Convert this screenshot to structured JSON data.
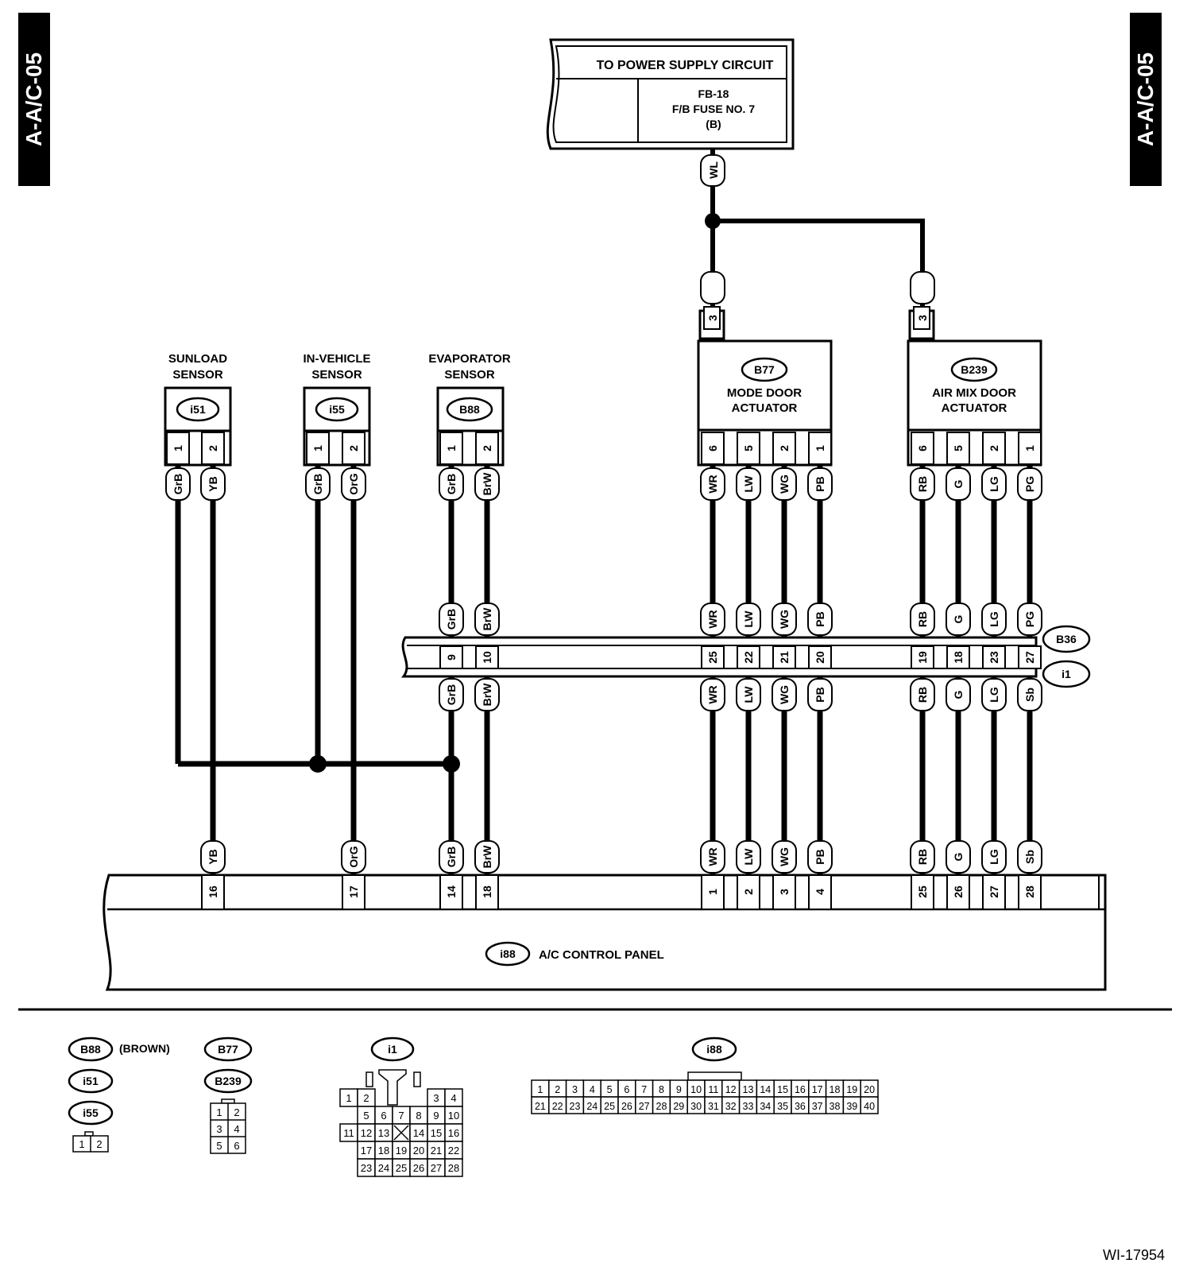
{
  "diagram_code": "A-A/C-05",
  "figure_id": "WI-17954",
  "power_supply": {
    "title": "TO POWER SUPPLY CIRCUIT",
    "fuse_lines": [
      "FB-18",
      "F/B FUSE NO. 7",
      "(B)"
    ],
    "wire": "WL"
  },
  "sensors": [
    {
      "name_lines": [
        "SUNLOAD",
        "SENSOR"
      ],
      "connector": "i51",
      "pins": [
        {
          "pin": "1",
          "wire": "GrB"
        },
        {
          "pin": "2",
          "wire": "YB"
        }
      ]
    },
    {
      "name_lines": [
        "IN-VEHICLE",
        "SENSOR"
      ],
      "connector": "i55",
      "pins": [
        {
          "pin": "1",
          "wire": "GrB"
        },
        {
          "pin": "2",
          "wire": "OrG"
        }
      ]
    },
    {
      "name_lines": [
        "EVAPORATOR",
        "SENSOR"
      ],
      "connector": "B88",
      "pins": [
        {
          "pin": "1",
          "wire": "GrB"
        },
        {
          "pin": "2",
          "wire": "BrW"
        }
      ]
    }
  ],
  "actuators": [
    {
      "name_lines": [
        "MODE DOOR",
        "ACTUATOR"
      ],
      "connector": "B77",
      "supply_pin": "3",
      "supply_wire": "WL",
      "pins": [
        {
          "pin": "6",
          "wire": "WR"
        },
        {
          "pin": "5",
          "wire": "LW"
        },
        {
          "pin": "2",
          "wire": "WG"
        },
        {
          "pin": "1",
          "wire": "PB"
        }
      ]
    },
    {
      "name_lines": [
        "AIR MIX DOOR",
        "ACTUATOR"
      ],
      "connector": "B239",
      "supply_pin": "3",
      "supply_wire": "WL",
      "pins": [
        {
          "pin": "6",
          "wire": "RB"
        },
        {
          "pin": "5",
          "wire": "G"
        },
        {
          "pin": "2",
          "wire": "LG"
        },
        {
          "pin": "1",
          "wire": "PG"
        }
      ]
    }
  ],
  "joint_connector": {
    "upper": "B36",
    "lower": "i1",
    "upper_wires": [
      "GrB",
      "BrW",
      "WR",
      "LW",
      "WG",
      "PB",
      "RB",
      "G",
      "LG",
      "PG"
    ],
    "pins": [
      "9",
      "10",
      "25",
      "22",
      "21",
      "20",
      "19",
      "18",
      "23",
      "27"
    ],
    "lower_wires": [
      "GrB",
      "BrW",
      "WR",
      "LW",
      "WG",
      "PB",
      "RB",
      "G",
      "LG",
      "Sb"
    ]
  },
  "control_panel": {
    "connector": "i88",
    "name": "A/C CONTROL PANEL",
    "wires": [
      "YB",
      "OrG",
      "GrB",
      "BrW",
      "WR",
      "LW",
      "WG",
      "PB",
      "RB",
      "G",
      "LG",
      "Sb"
    ],
    "pins": [
      "16",
      "17",
      "14",
      "18",
      "1",
      "2",
      "3",
      "4",
      "25",
      "26",
      "27",
      "28"
    ]
  },
  "legend": {
    "group1": {
      "connectors": [
        "B88",
        "i51",
        "i55"
      ],
      "note": "(BROWN)",
      "pins": [
        "1",
        "2"
      ]
    },
    "group2": {
      "connectors": [
        "B77",
        "B239"
      ],
      "pins": [
        "1",
        "2",
        "3",
        "4",
        "5",
        "6"
      ]
    },
    "i1": {
      "connector": "i1",
      "rows": [
        [
          "1",
          "2",
          "",
          "",
          "",
          "3",
          "4"
        ],
        [
          "",
          "5",
          "6",
          "7",
          "8",
          "9",
          "10"
        ],
        [
          "11",
          "12",
          "13",
          "X",
          "14",
          "15",
          "16"
        ],
        [
          "",
          "17",
          "18",
          "19",
          "20",
          "21",
          "22"
        ],
        [
          "",
          "23",
          "24",
          "25",
          "26",
          "27",
          "28"
        ]
      ]
    },
    "i88": {
      "connector": "i88",
      "row1": [
        "1",
        "2",
        "3",
        "4",
        "5",
        "6",
        "7",
        "8",
        "9",
        "10",
        "11",
        "12",
        "13",
        "14",
        "15",
        "16",
        "17",
        "18",
        "19",
        "20"
      ],
      "row2": [
        "21",
        "22",
        "23",
        "24",
        "25",
        "26",
        "27",
        "28",
        "29",
        "30",
        "31",
        "32",
        "33",
        "34",
        "35",
        "36",
        "37",
        "38",
        "39",
        "40"
      ]
    }
  },
  "colors": {
    "ink": "#000000",
    "paper": "#ffffff"
  }
}
